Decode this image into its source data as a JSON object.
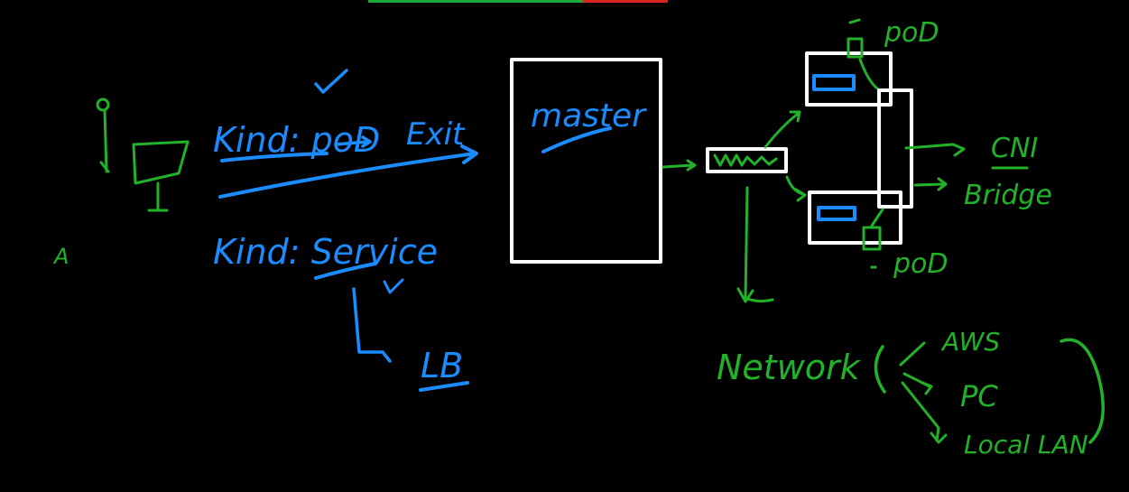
{
  "colors": {
    "background": "#000000",
    "blue_ink": "#1a8cff",
    "green_ink": "#22b22a",
    "white_ink": "#ffffff",
    "top_bar_green": "#1fa83a",
    "top_bar_red": "#d9261c"
  },
  "labels": {
    "kind_pod": "Kind: poD",
    "exit": "Exit",
    "kind_service": "Kind: Service",
    "lb": "LB",
    "master": "master",
    "pod_top": "poD",
    "pod_bottom": "poD",
    "cni": "CNI",
    "bridge": "Bridge",
    "network": "Network",
    "aws": "AWS",
    "pc": "PC",
    "local_lan": "Local LAN",
    "marker_a": "A"
  }
}
